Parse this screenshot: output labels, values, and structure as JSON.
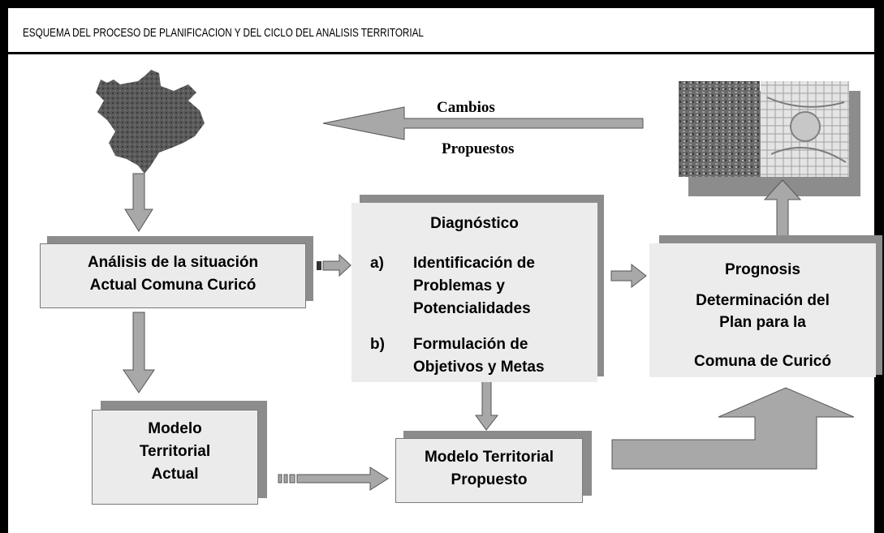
{
  "title": "ESQUEMA DEL PROCESO DE PLANIFICACION Y DEL CICLO DEL ANALISIS TERRITORIAL",
  "arrow_label": {
    "line1": "Cambios",
    "line2": "Propuestos"
  },
  "analisis": {
    "line1": "Análisis de la situación",
    "line2": "Actual Comuna Curicó"
  },
  "diagnostico": {
    "heading": "Diagnóstico",
    "item_a_marker": "a)",
    "item_a_line1": "Identificación de",
    "item_a_line2": "Problemas y",
    "item_a_line3": "Potencialidades",
    "item_b_marker": "b)",
    "item_b_line1": "Formulación de",
    "item_b_line2": "Objetivos y Metas"
  },
  "prognosis": {
    "heading": "Prognosis",
    "line1": "Determinación del",
    "line2": "Plan para la",
    "line3": "Comuna de Curicó"
  },
  "modelo_actual": {
    "line1": "Modelo",
    "line2": "Territorial",
    "line3": "Actual"
  },
  "modelo_propuesto": {
    "line1": "Modelo Territorial",
    "line2": "Propuesto"
  },
  "colors": {
    "box_fill": "#ebebeb",
    "box_shadow": "#8c8c8c",
    "arrow_fill": "#a8a8a8",
    "map_fill": "#555555"
  }
}
